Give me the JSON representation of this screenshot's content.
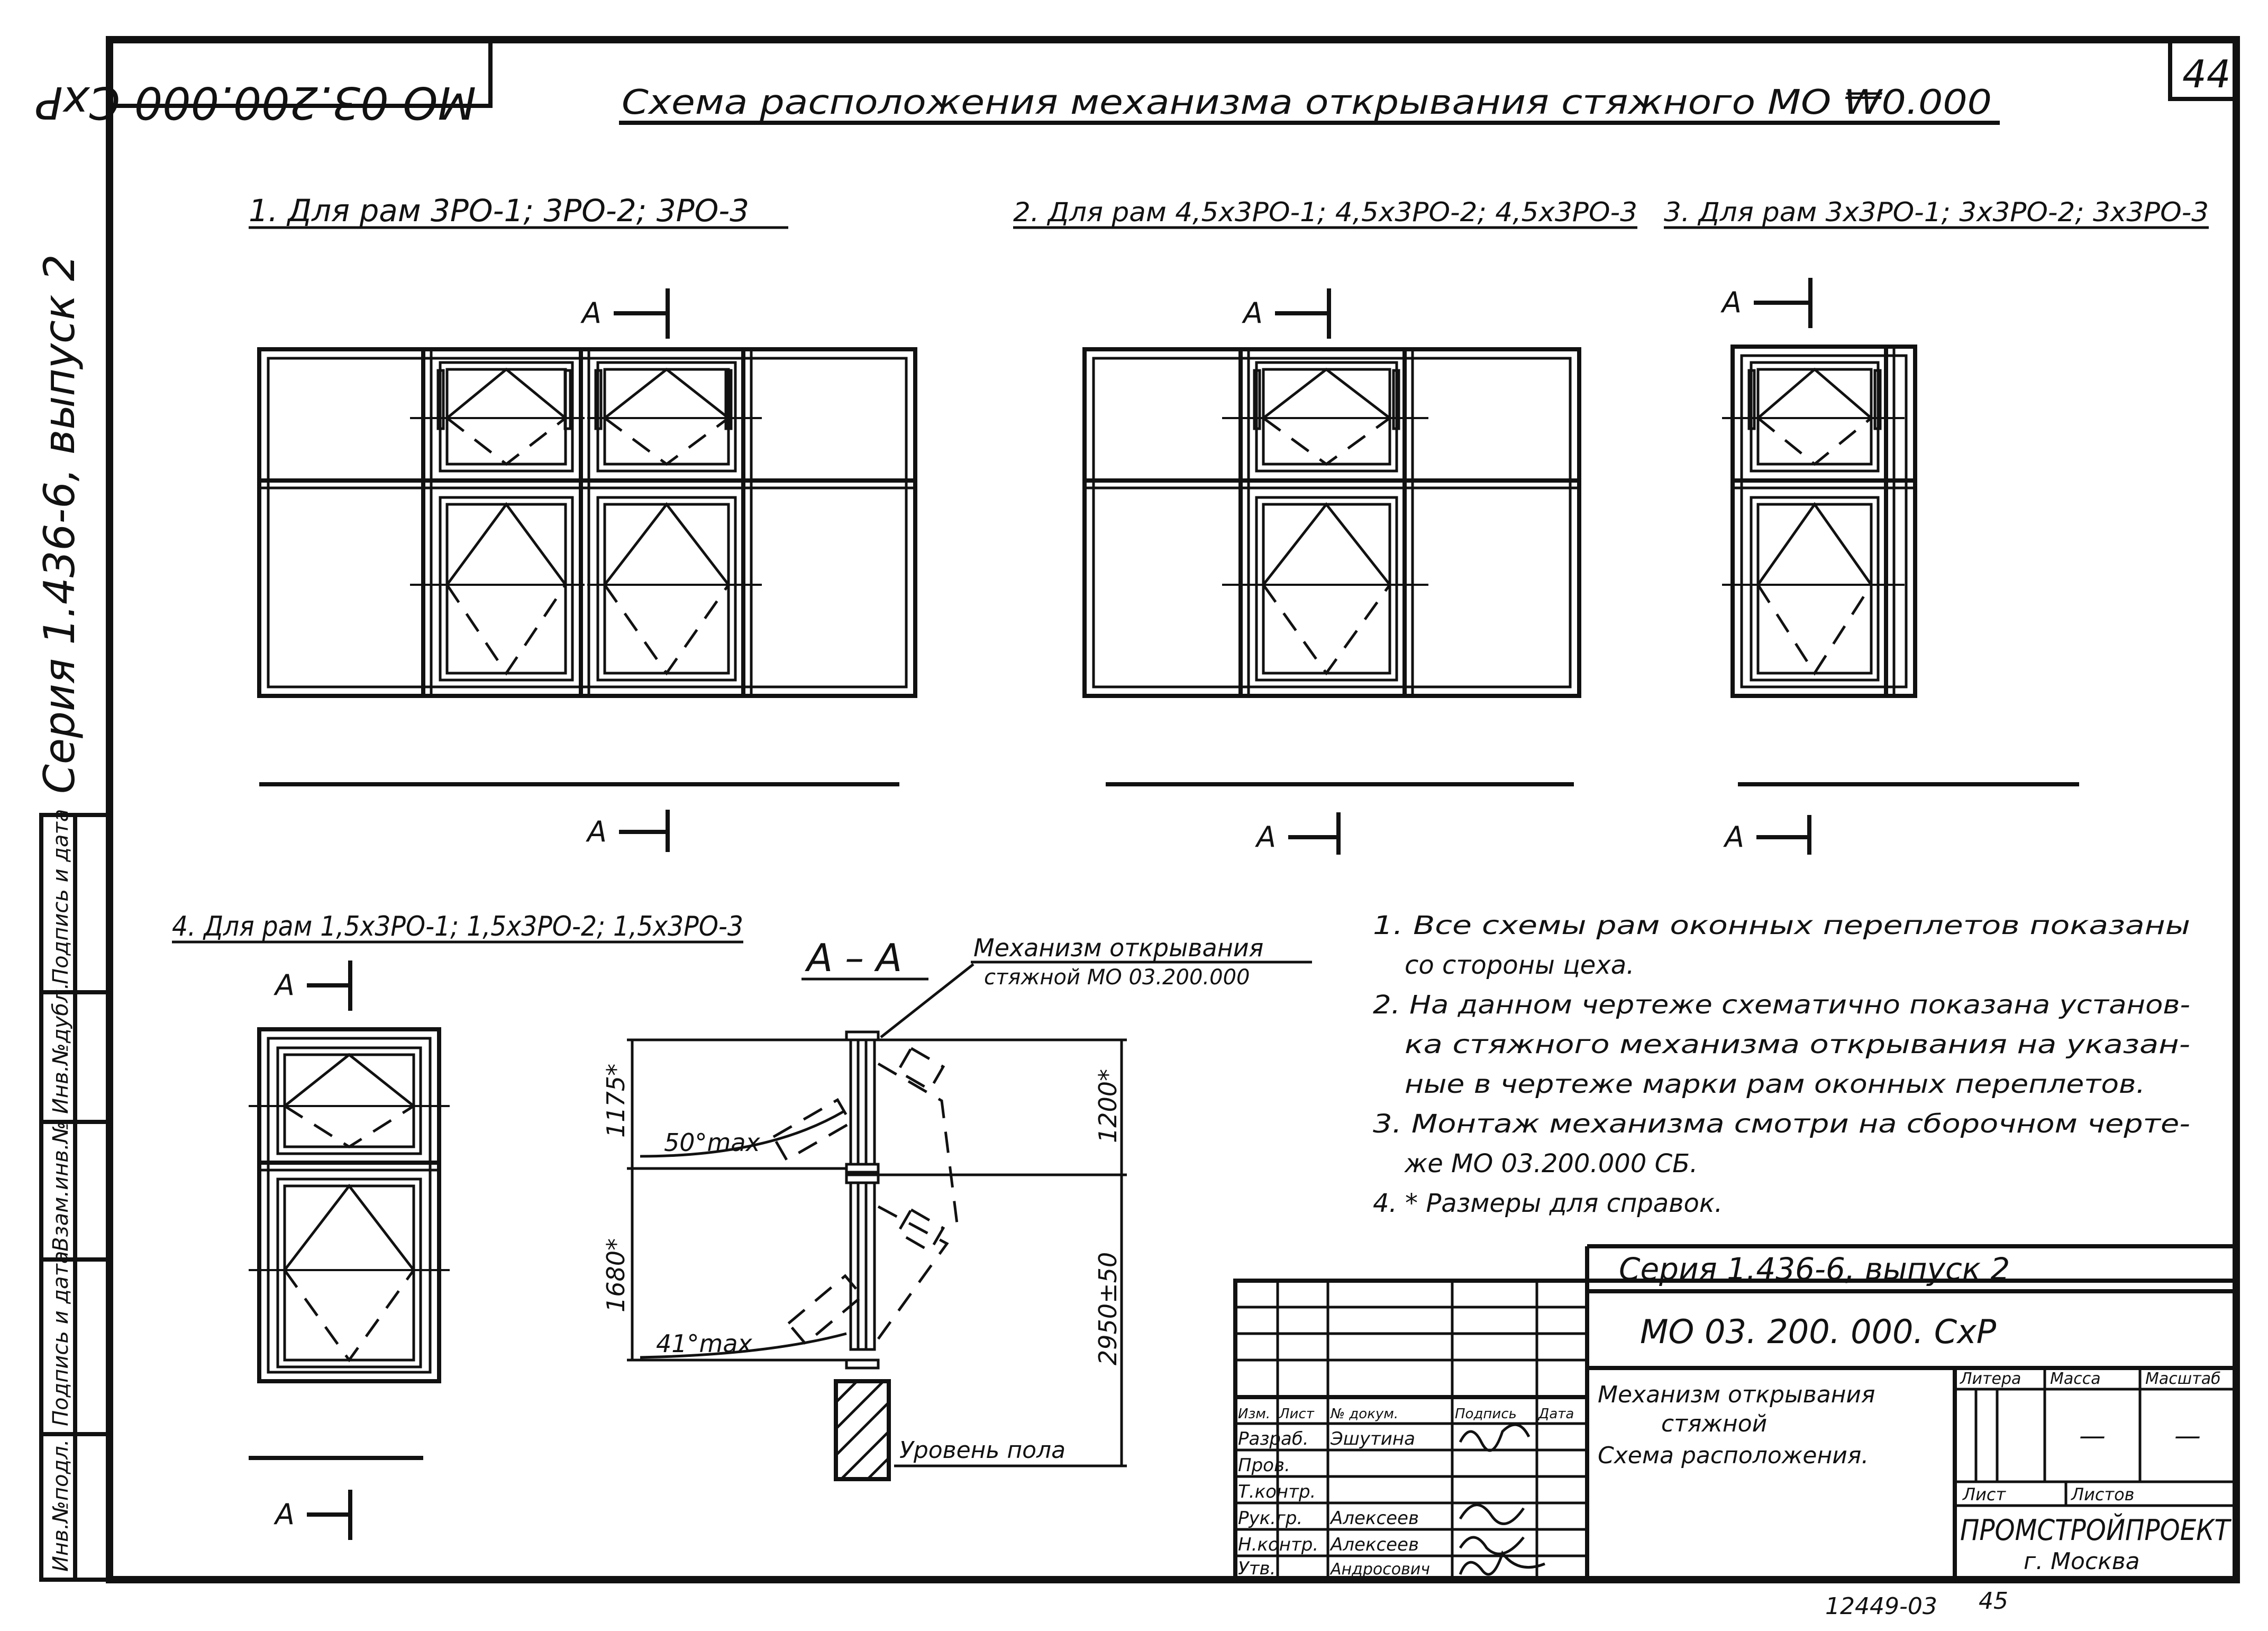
{
  "header": {
    "mirrored_code": "МО 03.200.000 СхР",
    "title": "Схема расположения механизма открывания стяжного МО ₩0.000",
    "sheet_number": "44"
  },
  "side": {
    "series": "Серия 1.436-6, выпуск 2",
    "stamp_rows": [
      "Инв.№подл.",
      "Подпись и дата",
      "Взам.инв.№",
      "Инв.№дубл.",
      "Подпись и дата"
    ]
  },
  "views": {
    "v1": "1. Для рам 3РО-1; 3РО-2; 3РО-3",
    "v2": "2. Для рам 4,5х3РО-1; 4,5х3РО-2; 4,5х3РО-3",
    "v3": "3. Для рам 3х3РО-1; 3х3РО-2; 3х3РО-3",
    "v4": "4. Для рам 1,5х3РО-1; 1,5х3РО-2; 1,5х3РО-3",
    "section_mark": "А"
  },
  "section": {
    "title": "А – А",
    "mech_label_1": "Механизм открывания",
    "mech_label_2": "стяжной МО 03.200.000",
    "dim_1175": "1175*",
    "dim_1200": "1200*",
    "dim_1680": "1680*",
    "dim_2950": "2950±50",
    "angle_top": "50°max",
    "angle_bottom": "41°max",
    "floor_level": "Уровень пола"
  },
  "notes": [
    "1. Все схемы рам оконных переплетов показаны",
    "со стороны цеха.",
    "2. На данном чертеже схематично показана установ-",
    "ка стяжного механизма открывания на указан-",
    "ные в чертеже марки рам оконных переплетов.",
    "3. Монтаж механизма смотри на сборочном черте-",
    "же МО 03.200.000 СБ.",
    "4. * Размеры для справок."
  ],
  "title_block": {
    "series": "Серия 1.436-6, выпуск 2",
    "designation": "МО 03. 200. 000. СхР",
    "name_1": "Механизм открывания",
    "name_2": "стяжной",
    "name_3": "Схема расположения.",
    "col_izm": "Изм.",
    "col_list": "Лист",
    "col_doc": "№ докум.",
    "col_sign": "Подпись",
    "col_date": "Дата",
    "r_razrab": "Разраб.",
    "r_prov": "Пров.",
    "r_tkontr": "Т.контр.",
    "r_rukgr": "Рук.гр.",
    "r_nkontr": "Н.контр.",
    "r_utv": "Утв.",
    "n_razrab": "Эшутина",
    "n_rukgr": "Алексеев",
    "n_nkontr": "Алексеев",
    "n_utv": "Андросович",
    "litera": "Литера",
    "massa": "Масса",
    "masshtab": "Масштаб",
    "massa_val": "—",
    "masshtab_val": "—",
    "list": "Лист",
    "listov": "Листов",
    "org": "ПРОМСТРОЙПРОЕКТ",
    "city": "г. Москва",
    "footer_code": "12449-03",
    "footer_num": "45"
  }
}
